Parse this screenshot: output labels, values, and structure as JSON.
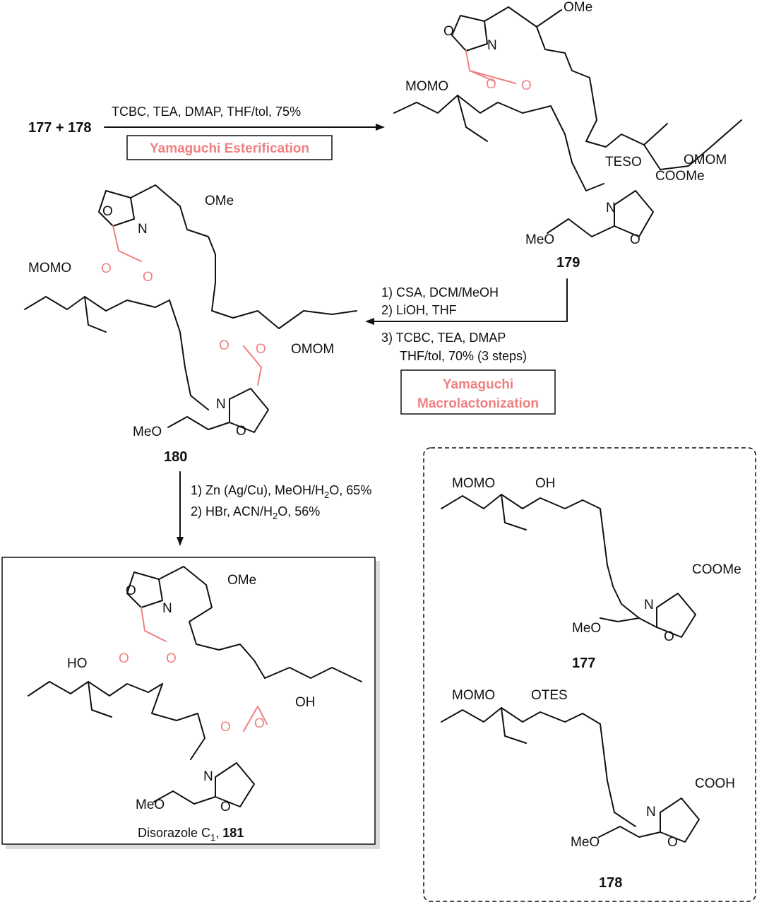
{
  "compounds": {
    "c177": "177",
    "c178": "178",
    "c179": "179",
    "c180": "180",
    "c181_name": "Disorazole C",
    "c181_sub": "1",
    "c181_num": "181",
    "reactants": "177 + 178"
  },
  "step1": {
    "conditions": "TCBC, TEA,  DMAP,  THF/tol, 75%",
    "name": "Yamaguchi Esterification"
  },
  "step2": {
    "line1": "1) CSA, DCM/MeOH",
    "line2": "2) LiOH, THF",
    "line3": "3) TCBC, TEA,  DMAP",
    "line4": "THF/tol, 70% (3 steps)",
    "name1": "Yamaguchi",
    "name2": "Macrolactonization"
  },
  "step3": {
    "line1_a": "1) Zn (Ag/Cu), MeOH/H",
    "line1_b": "O, 65%",
    "line2_a": "2) HBr, ACN/H",
    "line2_b": "O, 56%",
    "sub": "2"
  },
  "labels": {
    "momo": "MOMO",
    "omom": "OMOM",
    "ome": "OMe",
    "meo": "MeO",
    "teso": "TESO",
    "otes": "OTES",
    "oh": "OH",
    "ho": "HO",
    "coome": "COOMe",
    "cooh": "COOH",
    "n": "N",
    "o": "O"
  },
  "colors": {
    "highlight": "#f08080",
    "ink": "#111111"
  }
}
